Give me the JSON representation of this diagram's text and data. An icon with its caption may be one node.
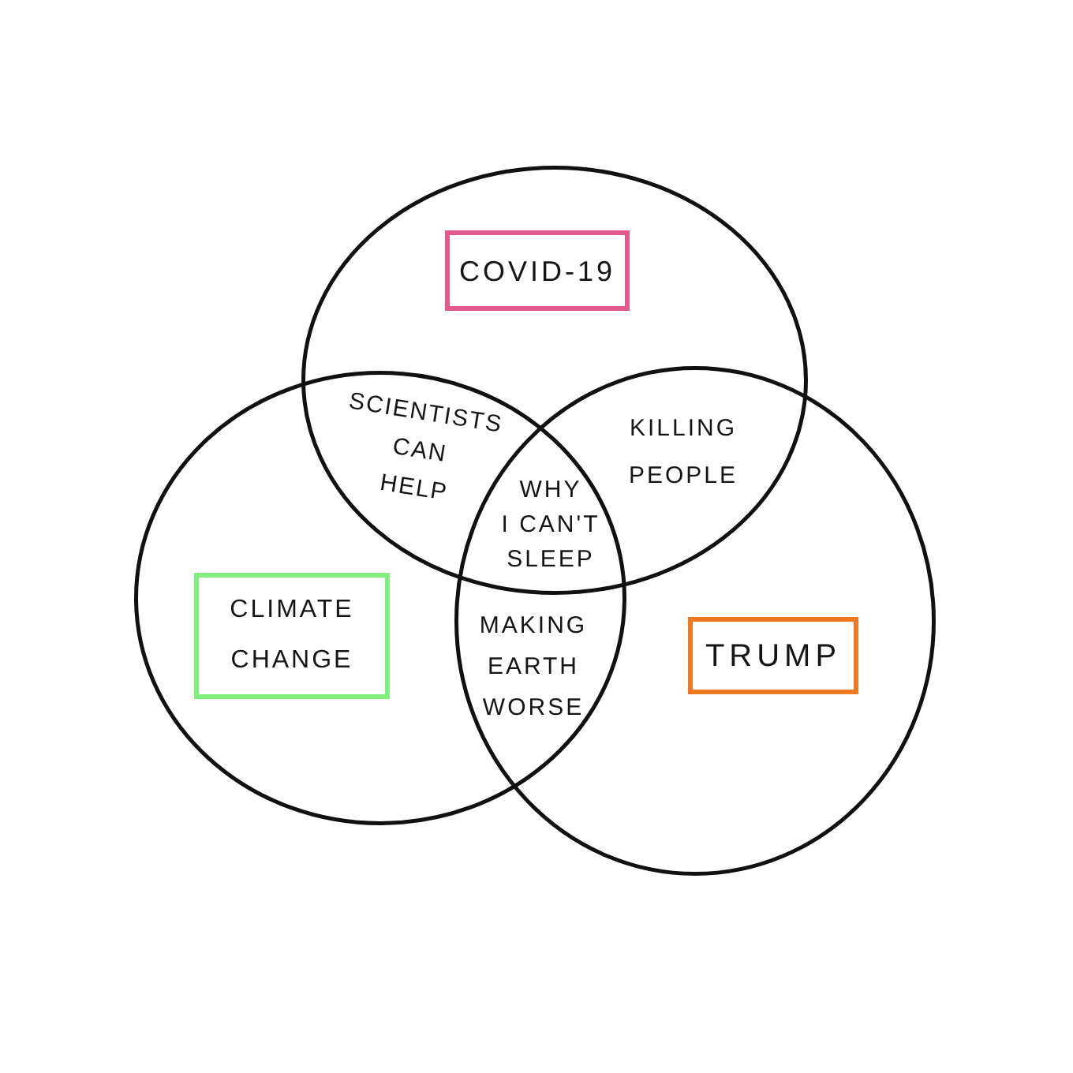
{
  "diagram": {
    "nodes": [
      {
        "text": [],
        "shape": "circle"
      },
      {
        "text": [
          "COVID-19"
        ],
        "in": 0
      },
      {
        "text": [],
        "shape": "circle"
      },
      {
        "text": [
          "CLIMATE CHANGE"
        ],
        "in": 2
      },
      {
        "text": [],
        "shape": "circle"
      },
      {
        "text": [
          "TRUMP"
        ],
        "in": 4
      }
    ],
    "labels": [
      "SCIENTISTS CAN HELP",
      "KILLING PEOPLE",
      "WHY I CAN'T SLEEP",
      "MAKING EARTH WORSE"
    ]
  }
}
